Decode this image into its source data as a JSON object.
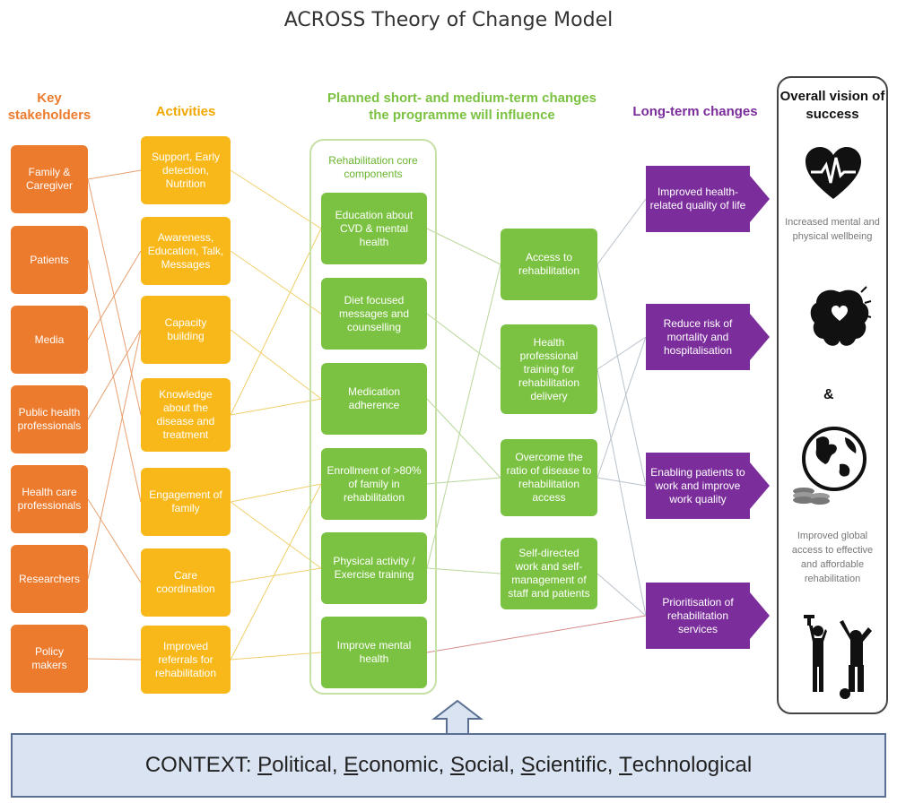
{
  "title": "ACROSS Theory of Change Model",
  "headers": {
    "stakeholders": "Key stakeholders",
    "activities": "Activities",
    "changes": "Planned short- and medium-term changes the programme will influence",
    "longterm": "Long-term changes",
    "vision": "Overall vision of success"
  },
  "core_label": "Rehabilitation core components",
  "stakeholders": [
    "Family & Caregiver",
    "Patients",
    "Media",
    "Public health professionals",
    "Health care professionals",
    "Researchers",
    "Policy makers"
  ],
  "activities": [
    "Support, Early detection, Nutrition",
    "Awareness, Education, Talk, Messages",
    "Capacity building",
    "Knowledge about the disease and treatment",
    "Engagement of family",
    "Care coordination",
    "Improved referrals for rehabilitation"
  ],
  "core_components": [
    "Education about CVD & mental health",
    "Diet focused messages and counselling",
    "Medication adherence",
    "Enrollment of >80% of family in rehabilitation",
    "Physical activity / Exercise training",
    "Improve mental health"
  ],
  "medium_changes": [
    "Access to rehabilitation",
    "Health professional training for rehabilitation delivery",
    "Overcome the ratio of disease to rehabilitation access",
    "Self-directed work and self-management of staff and patients"
  ],
  "long_term": [
    "Improved health-related quality of life",
    "Reduce risk of mortality and hospitalisation",
    "Enabling patients to work and improve work quality",
    "Prioritisation of rehabilitation services"
  ],
  "vision": {
    "text1": "Increased mental and physical wellbeing",
    "amp": "&",
    "text2": "Improved global access to effective and affordable rehabilitation",
    "icons": [
      "heart-pulse-icon",
      "brain-heart-icon",
      "globe-coins-icon",
      "exercise-people-icon"
    ]
  },
  "context": {
    "prefix": "CONTEXT: ",
    "items": [
      {
        "first": "P",
        "rest": "olitical"
      },
      {
        "first": "E",
        "rest": "conomic"
      },
      {
        "first": "S",
        "rest": "ocial"
      },
      {
        "first": "S",
        "rest": "cientific"
      },
      {
        "first": "T",
        "rest": "echnological"
      }
    ]
  },
  "colors": {
    "stakeholders": "#ec7b2d",
    "activities": "#f9b81a",
    "changes": "#7cc242",
    "longterm": "#7b2d9b",
    "context": "#d9e3f1"
  }
}
